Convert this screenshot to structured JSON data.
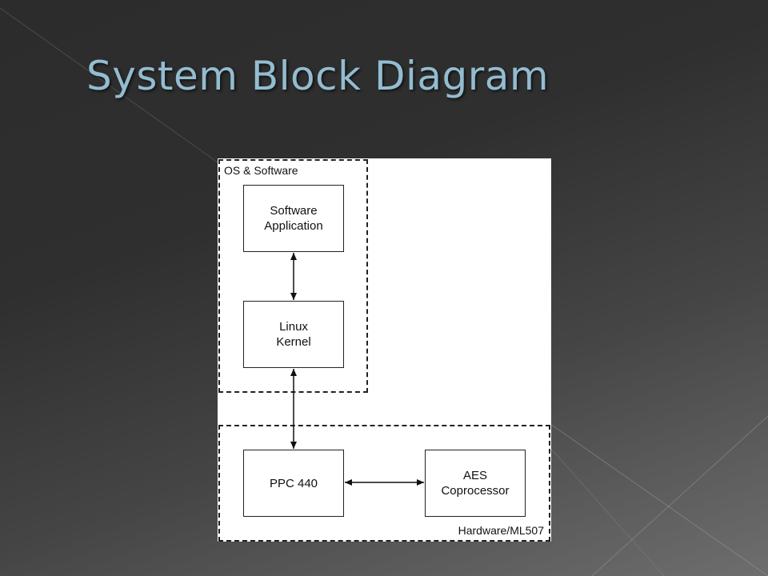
{
  "slide": {
    "title": "System Block Diagram"
  },
  "diagram": {
    "groups": {
      "os_software": "OS & Software",
      "hardware": "Hardware/ML507"
    },
    "blocks": {
      "software_application": "Software\nApplication",
      "linux_kernel": "Linux\nKernel",
      "ppc440": "PPC 440",
      "aes_coprocessor": "AES\nCoprocessor"
    },
    "connections": [
      {
        "from": "Software Application",
        "to": "Linux Kernel",
        "type": "bidirectional"
      },
      {
        "from": "Linux Kernel",
        "to": "PPC 440",
        "type": "bidirectional"
      },
      {
        "from": "PPC 440",
        "to": "AES Coprocessor",
        "type": "bidirectional"
      }
    ],
    "colors": {
      "title": "#93bcd0",
      "canvas": "#ffffff",
      "stroke": "#222222"
    }
  }
}
